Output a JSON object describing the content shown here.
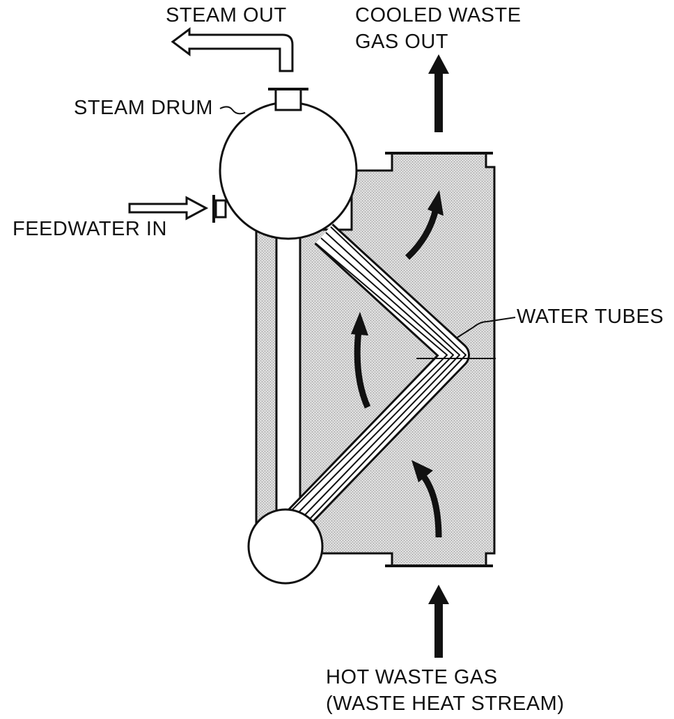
{
  "labels": {
    "steam_out": "STEAM OUT",
    "cooled_line1": "COOLED WASTE",
    "cooled_line2": "GAS OUT",
    "steam_drum": "STEAM DRUM",
    "feedwater_in": "FEEDWATER IN",
    "water_tubes": "WATER TUBES",
    "hot_line1": "HOT WASTE GAS",
    "hot_line2": "(WASTE HEAT STREAM)"
  },
  "colors": {
    "ink": "#111111",
    "gas_fill": "#d6d6d6",
    "background": "#ffffff"
  }
}
